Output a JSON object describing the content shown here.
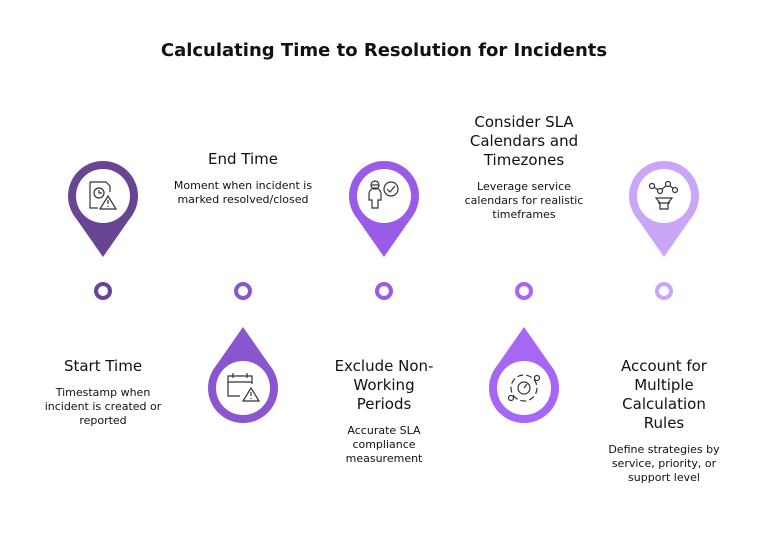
{
  "title": "Calculating Time to Resolution for Incidents",
  "steps": [
    {
      "title": "Start Time",
      "desc": "Timestamp when incident is created or reported",
      "color": "#674593",
      "icon": "document-clock-warning-icon",
      "pin": "top"
    },
    {
      "title": "End Time",
      "desc": "Moment when incident is marked resolved/closed",
      "color": "#8a56d0",
      "icon": "calendar-warning-icon",
      "pin": "bottom"
    },
    {
      "title": "Exclude Non-Working Periods",
      "desc": "Accurate SLA compliance measurement",
      "color": "#9a5ce8",
      "icon": "person-check-icon",
      "pin": "top"
    },
    {
      "title": "Consider SLA Calendars and Timezones",
      "desc": "Leverage service calendars for realistic timeframes",
      "color": "#a866f5",
      "icon": "orbit-dial-icon",
      "pin": "bottom"
    },
    {
      "title": "Account for Multiple Calculation Rules",
      "desc": "Define strategies by service, priority, or support level",
      "color": "#c9a6f7",
      "icon": "network-funnel-icon",
      "pin": "top"
    }
  ]
}
